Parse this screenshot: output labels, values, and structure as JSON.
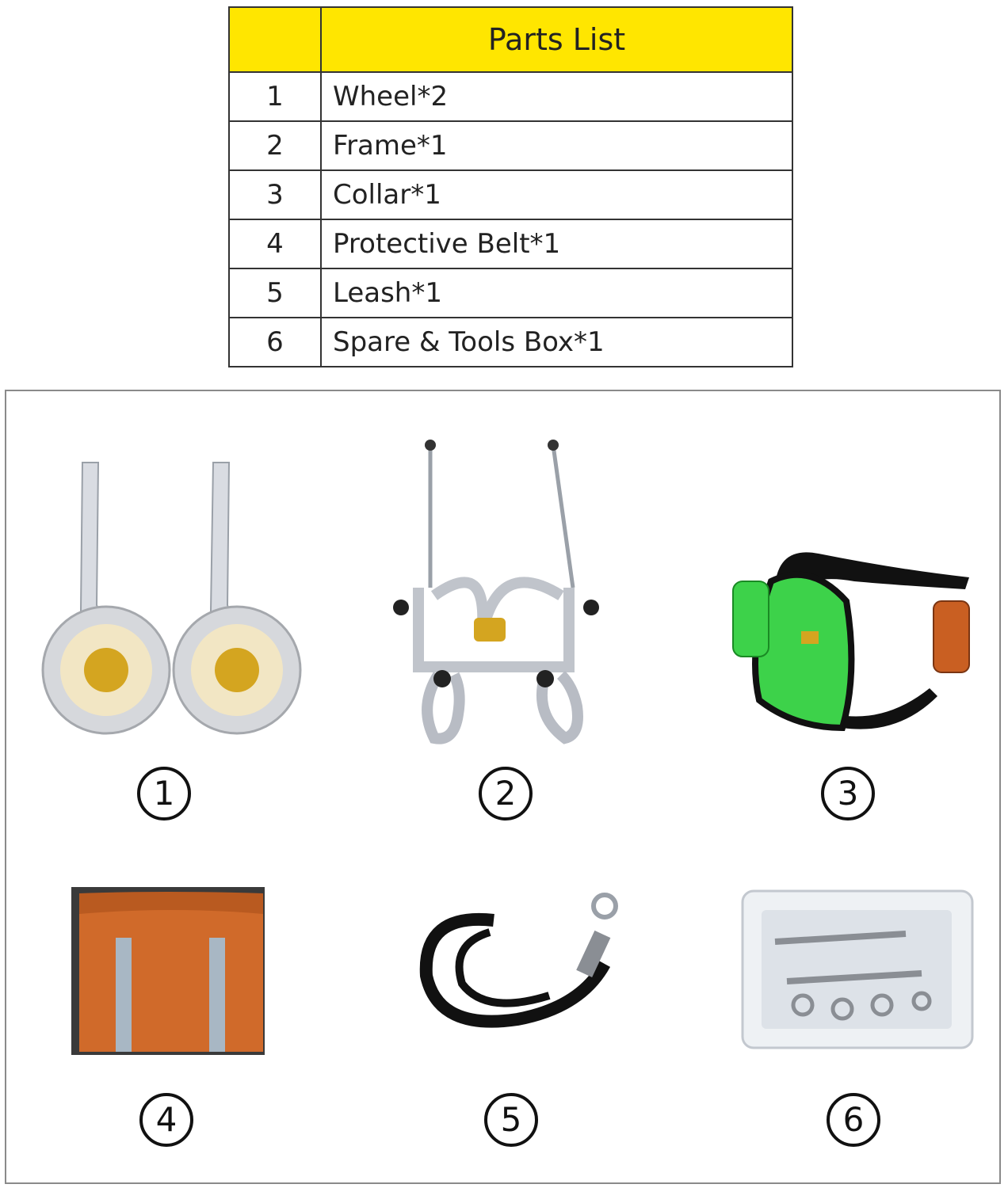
{
  "parts_list": {
    "title": "Parts List",
    "rows": [
      {
        "num": "1",
        "name": "Wheel*2"
      },
      {
        "num": "2",
        "name": "Frame*1"
      },
      {
        "num": "3",
        "name": "Collar*1"
      },
      {
        "num": "4",
        "name": "Protective Belt*1"
      },
      {
        "num": "5",
        "name": "Leash*1"
      },
      {
        "num": "6",
        "name": "Spare & Tools Box*1"
      }
    ]
  },
  "items": [
    {
      "label": "1",
      "icon": "wheels-image"
    },
    {
      "label": "2",
      "icon": "frame-image"
    },
    {
      "label": "3",
      "icon": "collar-image"
    },
    {
      "label": "4",
      "icon": "protective-belt-image"
    },
    {
      "label": "5",
      "icon": "leash-image"
    },
    {
      "label": "6",
      "icon": "tools-box-image"
    }
  ],
  "colors": {
    "header_yellow": "#ffe600",
    "frame_silver": "#b8bcc4",
    "hub_gold": "#d4a520",
    "collar_green": "#3dd24a",
    "belt_orange": "#d06a2a",
    "leash_black": "#111111"
  }
}
